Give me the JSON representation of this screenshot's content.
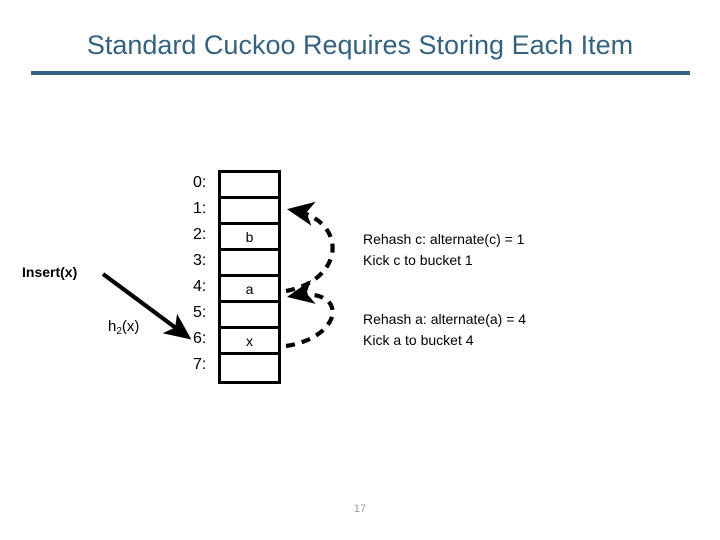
{
  "slide": {
    "title": "Standard Cuckoo Requires Storing Each Item",
    "page_number": "17",
    "accent_color": "#3a6285",
    "title_color": "#35637f"
  },
  "hash_table": {
    "label": "bucket-array",
    "rows": [
      {
        "index": "0:",
        "value": ""
      },
      {
        "index": "1:",
        "value": ""
      },
      {
        "index": "2:",
        "value": "b"
      },
      {
        "index": "3:",
        "value": ""
      },
      {
        "index": "4:",
        "value": "a"
      },
      {
        "index": "5:",
        "value": ""
      },
      {
        "index": "6:",
        "value": "x"
      },
      {
        "index": "7:",
        "value": ""
      }
    ]
  },
  "insert": {
    "label": "Insert(x)",
    "hash_label_base": "h",
    "hash_label_sub": "2",
    "hash_label_suffix": "(x)"
  },
  "notes": [
    {
      "line1": "Rehash c: alternate(c) = 1",
      "line2": "Kick c to bucket 1"
    },
    {
      "line1": "Rehash a: alternate(a) = 4",
      "line2": "Kick a to bucket 4"
    }
  ]
}
